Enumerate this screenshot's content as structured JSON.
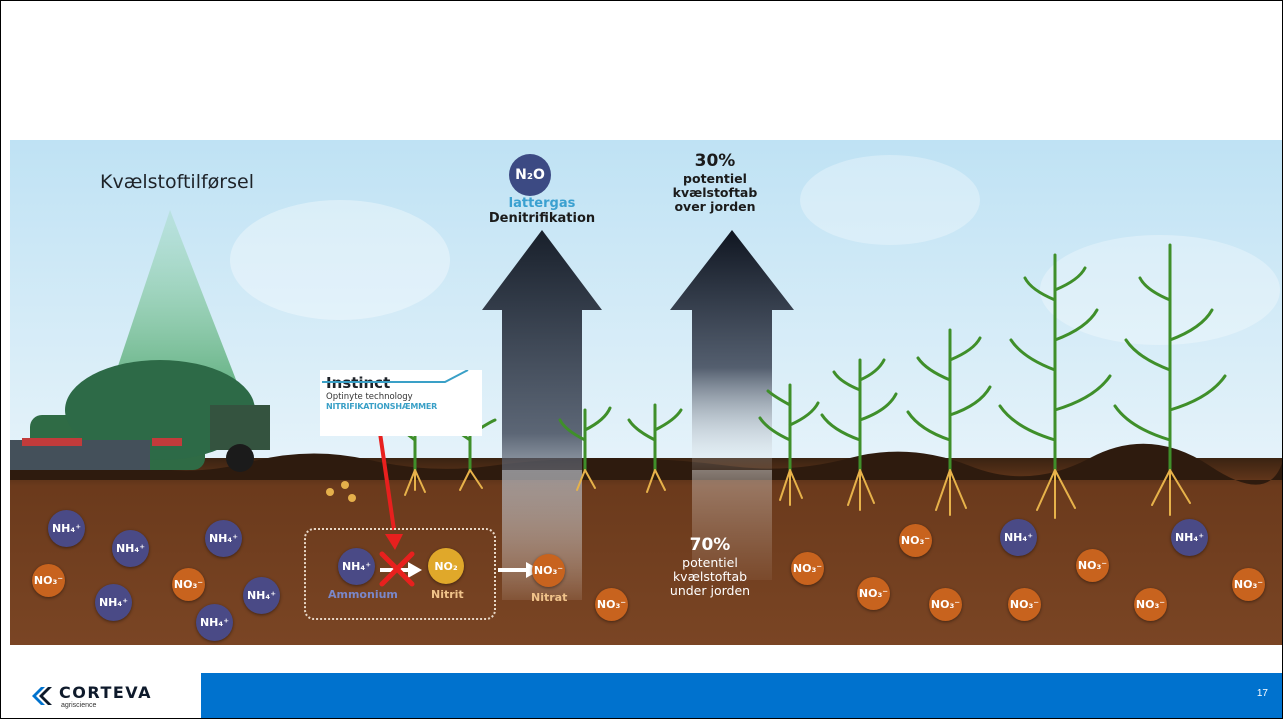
{
  "diagram": {
    "title": "Kvælstoftilførsel",
    "n2o": {
      "formula": "N₂O",
      "gas": "lattergas",
      "process": "Denitrifikation"
    },
    "loss_above": {
      "percent": "30%",
      "line1": "potentiel",
      "line2": "kvælstoftab",
      "line3": "over jorden"
    },
    "loss_below": {
      "percent": "70%",
      "line1": "potentiel",
      "line2": "kvælstoftab",
      "line3": "under jorden"
    },
    "product": {
      "name": "Instinct",
      "tech": "Optinyte technology",
      "category": "NITRIFIKATIONSHÆMMER"
    },
    "process": {
      "ammonium_label": "Ammonium",
      "nitrite_label": "Nitrit",
      "nitrate_label": "Nitrat"
    },
    "molecule_labels": {
      "nh4": "NH₄⁺",
      "no2": "NO₂",
      "no3": "NO₃⁻"
    },
    "colors": {
      "ammonium": "#4a4a86",
      "nitrate": "#c8631e",
      "nitrite": "#e0a82a",
      "soil": "#6b3a1c",
      "sky": "#cfe8f6",
      "footer": "#0072ce"
    }
  },
  "footer": {
    "brand": "CORTEVA",
    "sub": "agriscience",
    "page": "17"
  }
}
